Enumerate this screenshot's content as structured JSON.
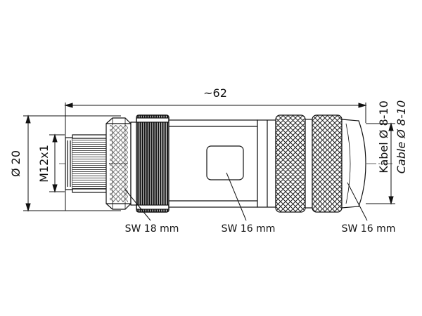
{
  "dimensions": {
    "overall_length": "~62",
    "outer_diameter": "Ø 20",
    "thread": "M12x1",
    "cable_de": "Kabel Ø 8-10",
    "cable_en": "Cable Ø 8-10"
  },
  "labels": {
    "wrench_1": "SW 18 mm",
    "wrench_2": "SW 16 mm",
    "wrench_3": "SW 16 mm"
  }
}
